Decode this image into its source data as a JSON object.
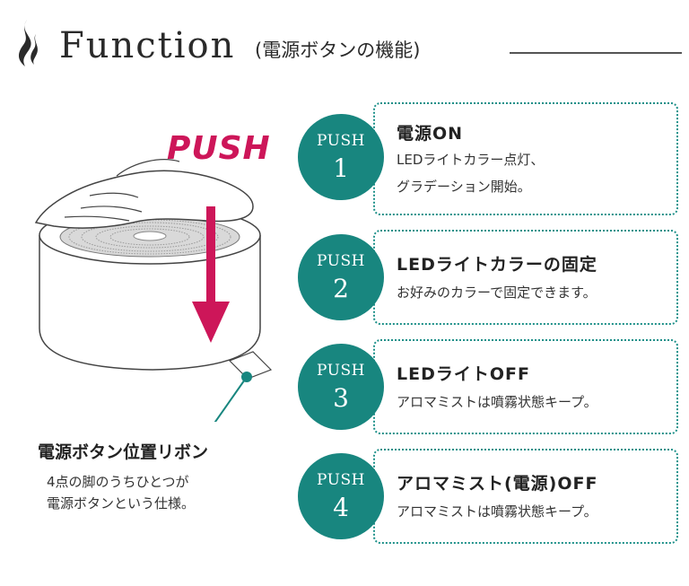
{
  "header": {
    "title": "Function",
    "subtitle": "(電源ボタンの機能)"
  },
  "illustration": {
    "push_label": "PUSH",
    "ribbon_title": "電源ボタン位置リボン",
    "ribbon_desc_lines": [
      "4点の脚のうちひとつが",
      "電源ボタンという仕様。"
    ]
  },
  "steps": [
    {
      "label": "PUSH",
      "number": "1",
      "title": "電源ON",
      "desc_lines": [
        "LEDライトカラー点灯、",
        "グラデーション開始。"
      ]
    },
    {
      "label": "PUSH",
      "number": "2",
      "title": "LEDライトカラーの固定",
      "desc_lines": [
        "お好みのカラーで固定できます。"
      ]
    },
    {
      "label": "PUSH",
      "number": "3",
      "title": "LEDライトOFF",
      "desc_lines": [
        "アロマミストは噴霧状態キープ。"
      ]
    },
    {
      "label": "PUSH",
      "number": "4",
      "title": "アロマミスト(電源)OFF",
      "desc_lines": [
        "アロマミストは噴霧状態キープ。"
      ]
    }
  ],
  "colors": {
    "accent_teal": "#18867f",
    "push_red": "#cd1659"
  }
}
